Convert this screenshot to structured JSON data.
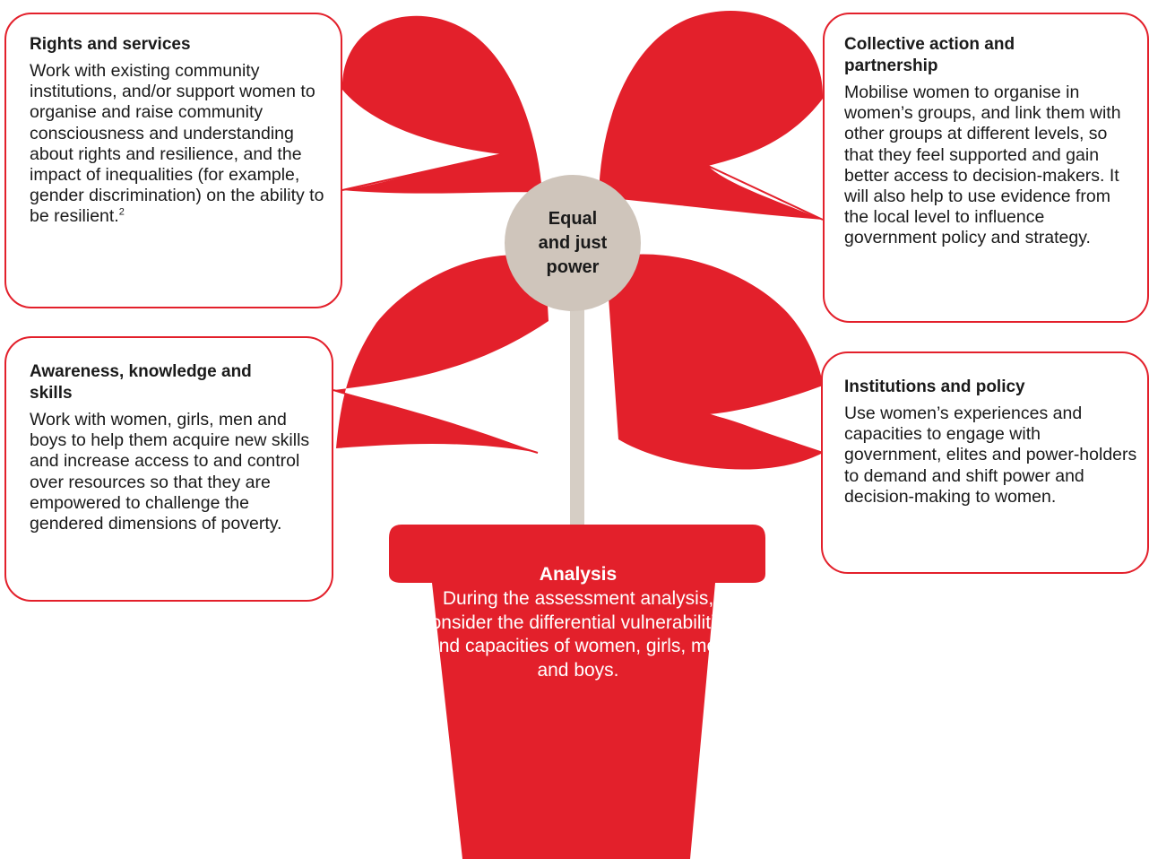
{
  "colors": {
    "accent": "#e3202b",
    "center": "#cfc5bb",
    "stem": "#d6cec5"
  },
  "center": {
    "label": "Equal\nand just\npower"
  },
  "boxes": {
    "rights_services": {
      "title": "Rights and services",
      "body": "Work with existing community institutions, and/or support women to organise and raise community consciousness and understanding about rights and resilience, and the impact of inequalities (for example, gender discrimination) on the ability to be resilient.",
      "footnote": "2"
    },
    "collective_action": {
      "title": "Collective action and partnership",
      "body": "Mobilise women to organise in women’s groups, and link them with other groups at different levels, so that they feel supported and gain better access to decision-makers. It will also help to use evidence from the local level to influence government policy and strategy."
    },
    "awareness": {
      "title": "Awareness, knowledge and skills",
      "body": "Work with women, girls, men and boys to help them acquire new skills and increase access to and control over resources so that they are empowered to challenge the gendered dimensions of poverty."
    },
    "institutions": {
      "title": "Institutions and policy",
      "body": "Use women’s experiences and capacities to engage with government, elites and power-holders to demand and shift power and decision-making to women."
    }
  },
  "pot": {
    "title": "Analysis",
    "body": "During the assessment analysis, consider the differential vulnerabilities and capacities of women, girls, men and boys."
  }
}
